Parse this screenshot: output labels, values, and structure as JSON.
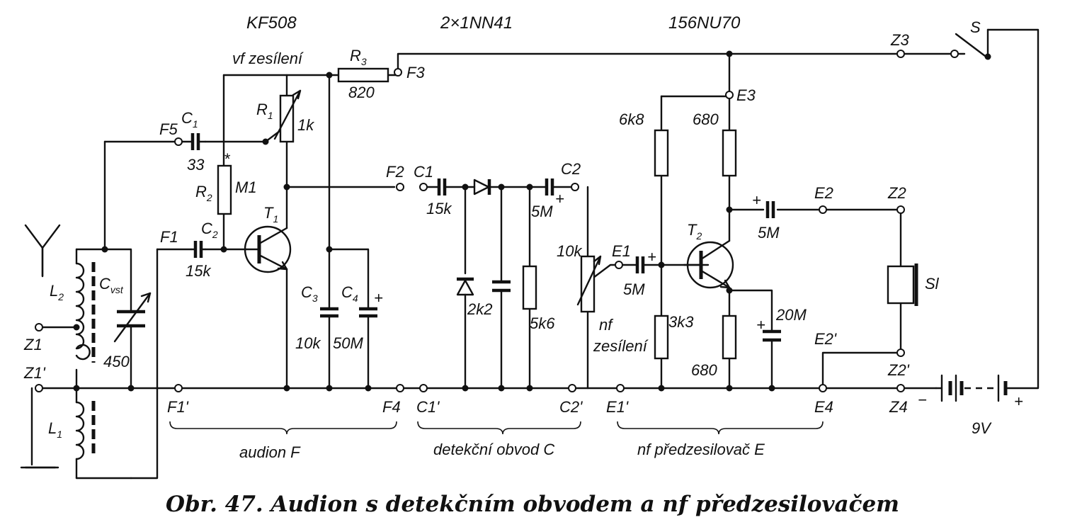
{
  "header_parts": {
    "t1_type": "KF508",
    "diodes_type": "2×1NN41",
    "t2_type": "156NU70"
  },
  "sections": {
    "vf": "vf zesílení",
    "nf_line1": "nf",
    "nf_line2": "zesílení"
  },
  "groups": {
    "audion": "audion F",
    "detector": "detekční obvod C",
    "preamp": "nf předzesilovač E"
  },
  "caption": "Obr. 47. Audion s detekčním obvodem a nf předzesilovačem",
  "terminals": {
    "F5": "F5",
    "F1": "F1",
    "F1p": "F1'",
    "F2": "F2",
    "F3": "F3",
    "F4": "F4",
    "C1": "C1",
    "C1p": "C1'",
    "C2": "C2",
    "C2p": "C2'",
    "E1": "E1",
    "E1p": "E1'",
    "E2": "E2",
    "E2p": "E2'",
    "E3": "E3",
    "E4": "E4",
    "Z1": "Z1",
    "Z1p": "Z1'",
    "Z2": "Z2",
    "Z2p": "Z2'",
    "Z3": "Z3",
    "Z4": "Z4"
  },
  "components": {
    "R1": {
      "name": "R",
      "sub": "1",
      "value": "1k"
    },
    "R2": {
      "name": "R",
      "sub": "2",
      "value": "M1",
      "mark": "*"
    },
    "R3": {
      "name": "R",
      "sub": "3",
      "value": "820"
    },
    "C1": {
      "name": "C",
      "sub": "1",
      "value": "33"
    },
    "C2": {
      "name": "C",
      "sub": "2",
      "value": "15k"
    },
    "C3": {
      "name": "C",
      "sub": "3",
      "value": "10k"
    },
    "C4": {
      "name": "C",
      "sub": "4",
      "value": "50M"
    },
    "Cvst": {
      "name": "C",
      "sub": "vst",
      "value": "450"
    },
    "L1": {
      "name": "L",
      "sub": "1"
    },
    "L2": {
      "name": "L",
      "sub": "2"
    },
    "T1": {
      "name": "T",
      "sub": "1"
    },
    "T2": {
      "name": "T",
      "sub": "2"
    },
    "det_cap_in": "15k",
    "det_cap_out": "5M",
    "det_cap_shunt": "2k2",
    "det_res": "5k6",
    "volume_pot": "10k",
    "e1_cap": "5M",
    "r_6k8": "6k8",
    "r_680_top": "680",
    "r_3k3": "3k3",
    "r_680_bot": "680",
    "out_cap": "5M",
    "emit_cap": "20M",
    "earphone": "Sl",
    "switch": "S",
    "battery": "9V",
    "plus": "+",
    "minus": "−"
  }
}
